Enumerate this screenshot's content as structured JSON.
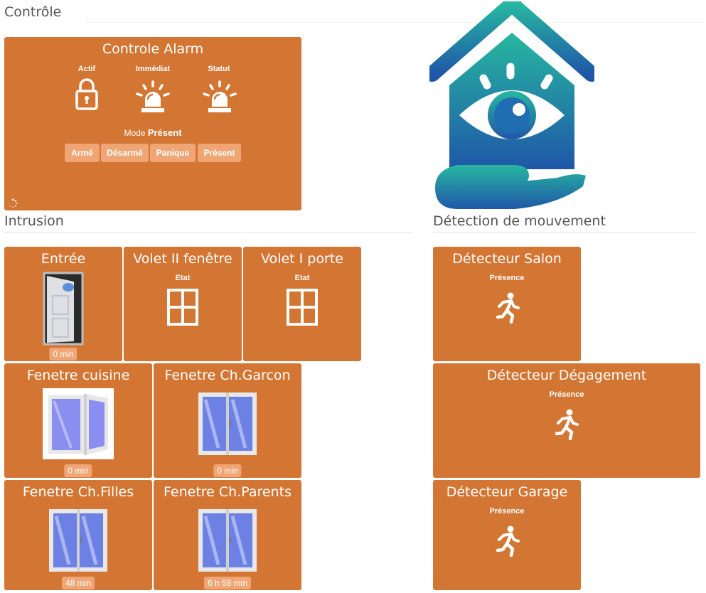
{
  "sections": {
    "controle": "Contrôle",
    "intrusion": "Intrusion",
    "mouvement": "Détection de mouvement"
  },
  "alarm": {
    "title": "Controle Alarm",
    "cols": [
      "Actif",
      "Immédiat",
      "Statut"
    ],
    "mode_label": "Mode",
    "mode_value": "Présent",
    "buttons": [
      "Armé",
      "Désarmé",
      "Panique",
      "Présent"
    ]
  },
  "intrusion": [
    {
      "title": "Entrée",
      "badge": "0 min",
      "icon": "door-open-icon"
    },
    {
      "title": "Volet II fenêtre",
      "label": "Etat",
      "icon": "window-closed-icon"
    },
    {
      "title": "Volet I porte",
      "label": "Etat",
      "icon": "window-closed-icon"
    },
    {
      "title": "Fenetre cuisine",
      "badge": "0 min",
      "icon": "window-open-icon"
    },
    {
      "title": "Fenetre Ch.Garcon",
      "badge": "0 min",
      "icon": "window-glass-icon"
    },
    {
      "title": "Fenetre Ch.Filles",
      "badge": "48 min",
      "icon": "window-glass-icon"
    },
    {
      "title": "Fenetre Ch.Parents",
      "badge": "6 h 58 min",
      "icon": "window-glass-icon"
    }
  ],
  "motion": [
    {
      "title": "Détecteur Salon",
      "label": "Présence",
      "icon": "running-man-icon"
    },
    {
      "title": "Détecteur Dégagement",
      "label": "Présence",
      "icon": "running-man-icon"
    },
    {
      "title": "Détecteur Garage",
      "label": "Présence",
      "icon": "running-man-icon"
    }
  ],
  "colors": {
    "tile": "#d37533",
    "button": "#f0a574"
  },
  "logo_icon": "house-eye-hand-logo"
}
